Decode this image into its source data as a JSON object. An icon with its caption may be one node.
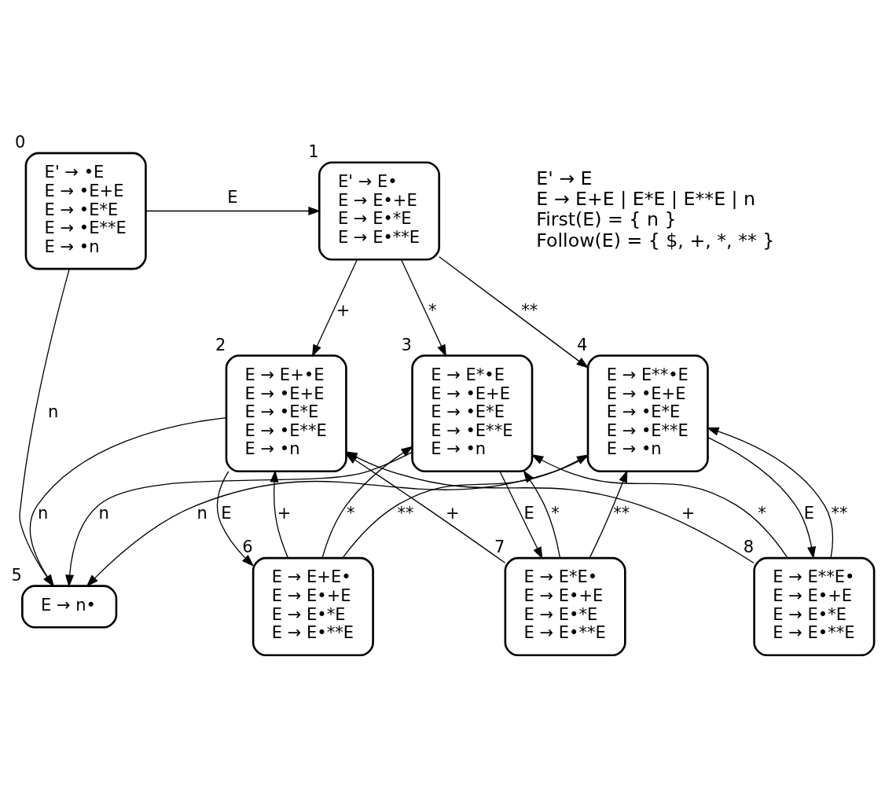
{
  "diagram": {
    "nodes": [
      {
        "text": [
          "E' → •E",
          "E → •E+E",
          "E → •E*E",
          "E → •E**E",
          "E → •n"
        ],
        "beside": [
          "0"
        ]
      },
      {
        "text": [
          "E' → E•",
          "E → E•+E",
          "E → E•*E",
          "E → E•**E"
        ],
        "beside": [
          "1"
        ]
      },
      {
        "text": [
          "E → E+•E",
          "E → •E+E",
          "E → •E*E",
          "E → •E**E",
          "E → •n"
        ],
        "beside": [
          "2"
        ]
      },
      {
        "text": [
          "E → E*•E",
          "E → •E+E",
          "E → •E*E",
          "E → •E**E",
          "E → •n"
        ],
        "beside": [
          "3"
        ]
      },
      {
        "text": [
          "E → E**•E",
          "E → •E+E",
          "E → •E*E",
          "E → •E**E",
          "E → •n"
        ],
        "beside": [
          "4"
        ]
      },
      {
        "text": [
          "E → n•"
        ],
        "beside": [
          "5"
        ]
      },
      {
        "text": [
          "E → E+E•",
          "E → E•+E",
          "E → E•*E",
          "E → E•**E"
        ],
        "beside": [
          "6"
        ]
      },
      {
        "text": [
          "E → E*E•",
          "E → E•+E",
          "E → E•*E",
          "E → E•**E"
        ],
        "beside": [
          "7"
        ]
      },
      {
        "text": [
          "E → E**E•",
          "E → E•+E",
          "E → E•*E",
          "E → E•**E"
        ],
        "beside": [
          "8"
        ]
      }
    ],
    "edges": [
      {
        "from": 0,
        "to": 1,
        "arrow": "to",
        "label": "E"
      },
      {
        "from": 1,
        "to": 2,
        "arrow": "to",
        "label": "+"
      },
      {
        "from": 1,
        "to": 3,
        "arrow": "to",
        "label": "*"
      },
      {
        "from": 1,
        "to": 4,
        "arrow": "to",
        "label": "**"
      },
      {
        "from": 0,
        "to": 5,
        "arrow": "to",
        "label": "n"
      },
      {
        "from": 2,
        "to": 5,
        "arrow": "to",
        "label": "n"
      },
      {
        "from": 2,
        "to": 6,
        "arrow": "to",
        "label": "E"
      },
      {
        "from": 3,
        "to": 5,
        "arrow": "to",
        "label": "n"
      },
      {
        "from": 3,
        "to": 7,
        "arrow": "to",
        "label": "E"
      },
      {
        "from": 4,
        "to": 5,
        "arrow": "to",
        "label": "n"
      },
      {
        "from": 4,
        "to": 8,
        "arrow": "to",
        "label": "E"
      },
      {
        "from": 6,
        "to": 2,
        "arrow": "to",
        "label": "+"
      },
      {
        "from": 6,
        "to": 3,
        "arrow": "to",
        "label": "*"
      },
      {
        "from": 6,
        "to": 4,
        "arrow": "to",
        "label": "**"
      },
      {
        "from": 7,
        "to": 2,
        "arrow": "to",
        "label": "+"
      },
      {
        "from": 7,
        "to": 3,
        "arrow": "to",
        "label": "*"
      },
      {
        "from": 7,
        "to": 4,
        "arrow": "to",
        "label": "**"
      },
      {
        "from": 8,
        "to": 2,
        "arrow": "to",
        "label": "+"
      },
      {
        "from": 8,
        "to": 3,
        "arrow": "to",
        "label": "*"
      },
      {
        "from": 8,
        "to": 4,
        "arrow": "to",
        "label": "**"
      }
    ],
    "labels": [
      "E' → E",
      "E → E+E | E*E | E**E | n",
      "First(E) = { n }",
      "Follow(E) = { $, +, *, ** }"
    ]
  }
}
